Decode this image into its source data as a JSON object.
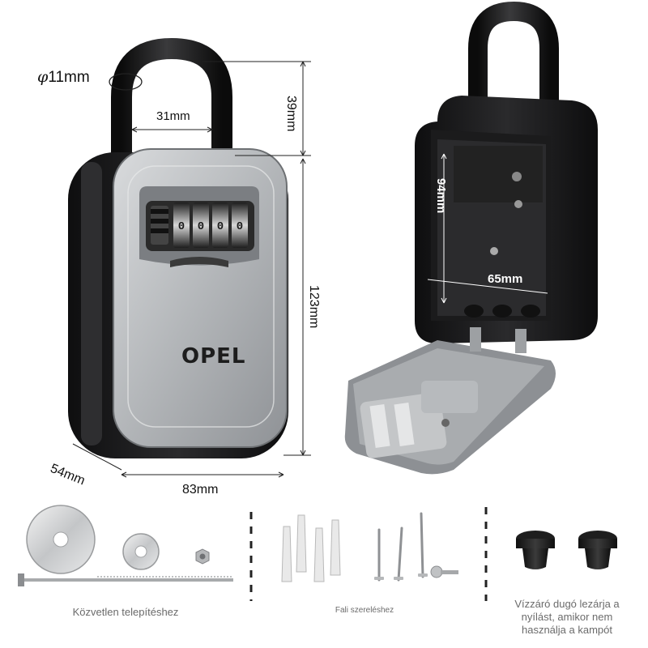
{
  "product": {
    "brand": "OPEL",
    "dims": {
      "shackle_diameter_symbol": "φ",
      "shackle_diameter_value": "11mm",
      "shackle_inner_width": "31mm",
      "shackle_height": "39mm",
      "body_height": "123mm",
      "depth": "54mm",
      "width": "83mm",
      "inner_height": "94mm",
      "inner_width": "65mm"
    },
    "dial_digits": [
      "0",
      "0",
      "0",
      "0"
    ]
  },
  "accessories": {
    "direct_install_caption": "Közvetlen telepítéshez",
    "wall_mount_caption": "Fali szereléshez",
    "plug_caption": "Vízzáró dugó lezárja a nyílást, amikor nem használja a kampót"
  },
  "colors": {
    "body_black": "#1b1b1c",
    "face_silver": "#b9bcbf",
    "shackle_black": "#141414",
    "hardware_steel": "#c8cacc"
  }
}
